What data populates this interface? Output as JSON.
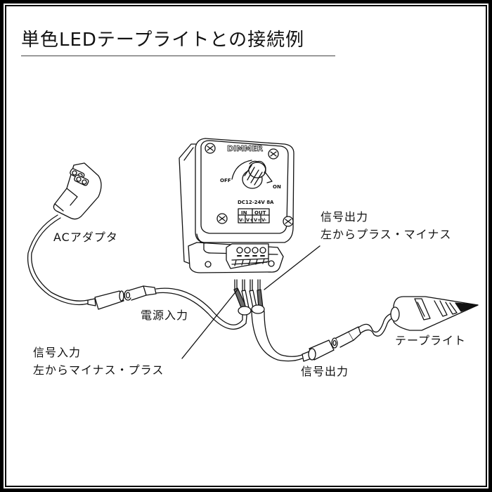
{
  "title": "単色LEDテープライトとの接続例",
  "device": {
    "brand": "DIMMER",
    "off_label": "OFF",
    "on_label": "ON",
    "rating": "DC12-24V 8A",
    "terminal_groups": [
      "IN",
      "OUT"
    ],
    "terminals": [
      "V-",
      "V+",
      "V+",
      "V-"
    ]
  },
  "labels": {
    "ac_adapter": "ACアダプタ",
    "power_input": "電源入力",
    "signal_input_title": "信号入力",
    "signal_input_order": "左からマイナス・プラス",
    "signal_output_top_title": "信号出力",
    "signal_output_top_order": "左からプラス・マイナス",
    "signal_output": "信号出力",
    "tape_light": "テープライト"
  },
  "colors": {
    "line": "#111111",
    "wire_dark": "#6b6b6b",
    "frame": "#000000"
  }
}
